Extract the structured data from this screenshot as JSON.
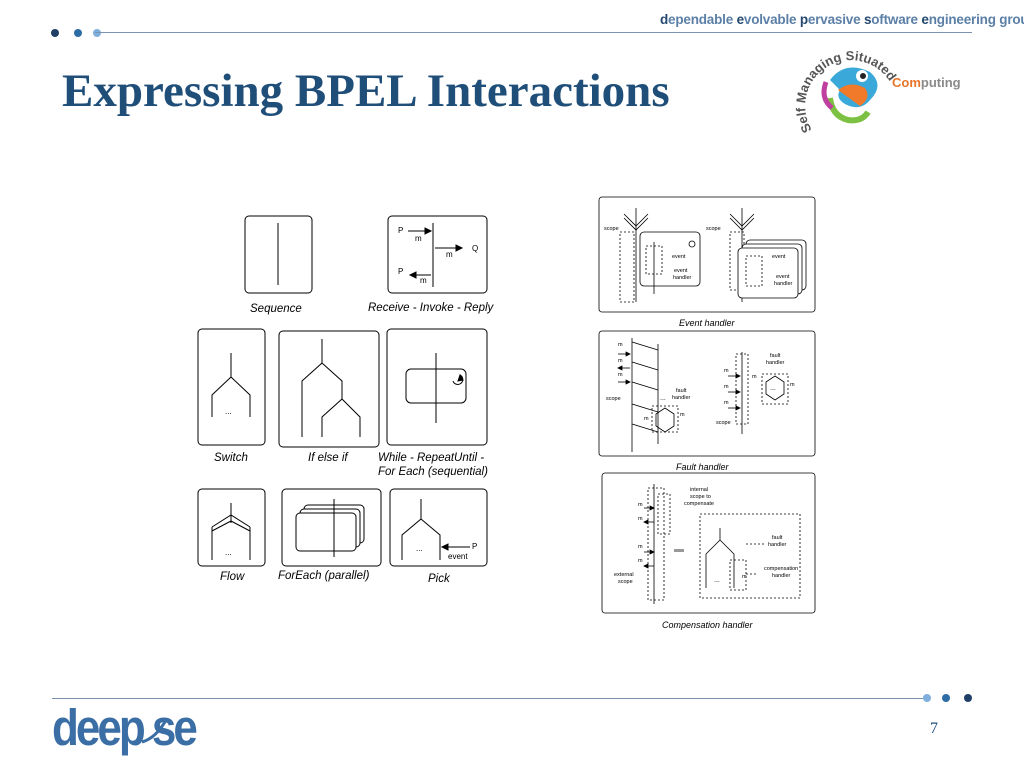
{
  "header": {
    "group_d": "d",
    "group_1": "ependable ",
    "group_e": "e",
    "group_2": "volvable ",
    "group_p": "p",
    "group_3": "ervasive ",
    "group_s": "s",
    "group_4": "oftware ",
    "group_e2": "e",
    "group_5": "ngineering group"
  },
  "logo_sasc": {
    "arc_text": "Self Managing Situated",
    "com": "Com",
    "puting": "puting"
  },
  "title": "Expressing BPEL Interactions",
  "captions": {
    "sequence": "Sequence",
    "receive": "Receive - Invoke - Reply",
    "switch": "Switch",
    "ifelse": "If else if",
    "while1": "While - RepeatUntil  -",
    "while2": "For Each (sequential)",
    "flow": "Flow",
    "foreach": "ForEach (parallel)",
    "pick": "Pick",
    "event_handler": "Event handler",
    "fault_handler": "Fault handler",
    "comp_handler": "Compensation handler"
  },
  "labels": {
    "P": "P",
    "m": "m",
    "Q": "Q",
    "dots": "...",
    "event": "event",
    "scope": "scope",
    "event_handler_1": "event",
    "event_handler_2": "handler",
    "fault_1": "fault",
    "fault_2": "handler",
    "internal_1": "internal",
    "internal_2": "scope to",
    "internal_3": "compensate",
    "external_1": "external",
    "external_2": "scope",
    "compensation_1": "compensation",
    "compensation_2": "handler"
  },
  "footer": {
    "logo": "deep se",
    "page_number": "7"
  }
}
